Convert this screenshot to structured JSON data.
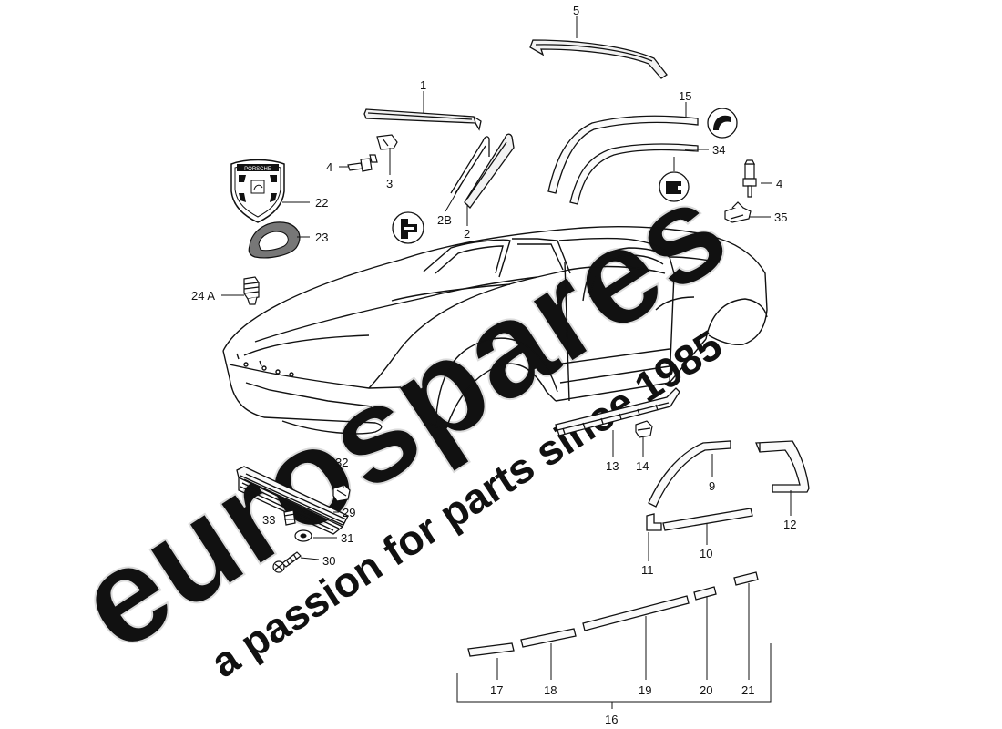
{
  "watermark": {
    "brand": "eurospares",
    "tagline": "a passion for parts since 1985",
    "brand_color": "#e6e6e6",
    "tagline_color": "#f3f0b8"
  },
  "emblem": {
    "text": "PORSCHE"
  },
  "labels": {
    "p1": "1",
    "p2": "2",
    "p2b": "2B",
    "p3": "3",
    "p4a": "4",
    "p4b": "4",
    "p5": "5",
    "p9": "9",
    "p10": "10",
    "p11": "11",
    "p12": "12",
    "p13": "13",
    "p14": "14",
    "p15": "15",
    "p16": "16",
    "p17": "17",
    "p18": "18",
    "p19": "19",
    "p20": "20",
    "p21": "21",
    "p22": "22",
    "p23": "23",
    "p24a": "24 A",
    "p29": "29",
    "p30": "30",
    "p31": "31",
    "p32": "32",
    "p33": "33",
    "p34": "34",
    "p35": "35"
  }
}
